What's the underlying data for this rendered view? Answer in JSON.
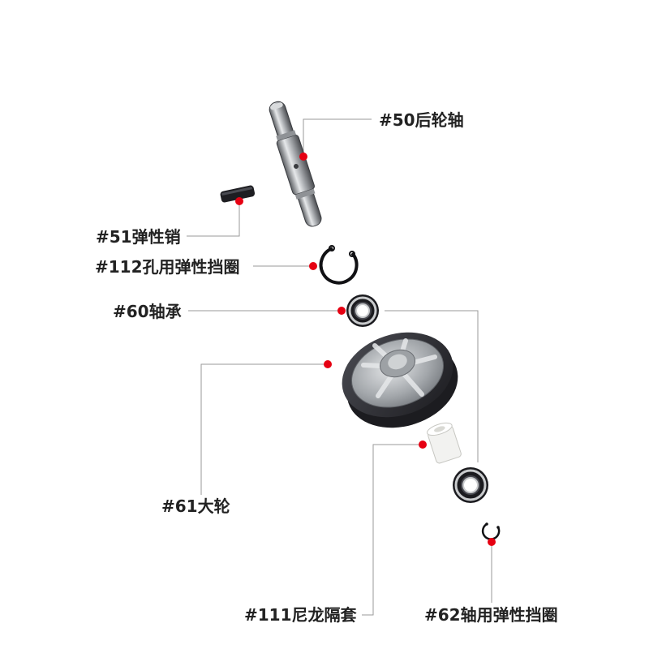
{
  "parts": [
    {
      "id": "rear-axle",
      "label": "#50后轮轴"
    },
    {
      "id": "spring-pin",
      "label": "#51弹性销"
    },
    {
      "id": "hole-circlip",
      "label": "#112孔用弹性挡圈"
    },
    {
      "id": "bearing",
      "label": "#60轴承"
    },
    {
      "id": "big-wheel",
      "label": "#61大轮"
    },
    {
      "id": "nylon-spacer",
      "label": "#111尼龙隔套"
    },
    {
      "id": "shaft-circlip",
      "label": "#62轴用弹性挡圈"
    }
  ],
  "colors": {
    "marker": "#e60012",
    "leader": "#9a9a9a",
    "label": "#222222",
    "steel": "#b9bcc0",
    "rubber": "#2b2b30",
    "nylon": "#f2f2f0"
  }
}
